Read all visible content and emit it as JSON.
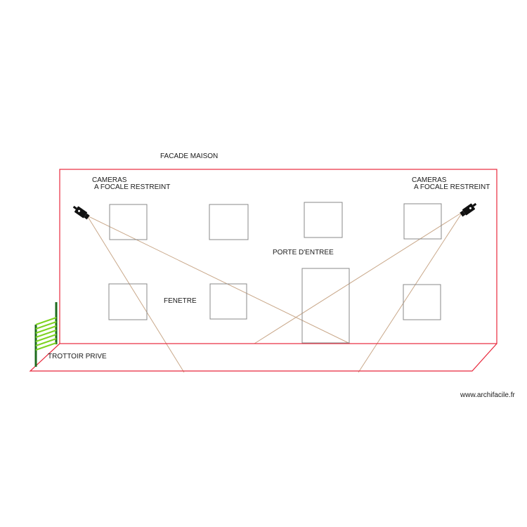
{
  "labels": {
    "title": "FACADE  MAISON",
    "camera_left_line1": "CAMERAS",
    "camera_left_line2": "A  FOCALE RESTREINT",
    "camera_right_line1": "CAMERAS",
    "camera_right_line2": "A  FOCALE RESTREINT",
    "door": "PORTE D'ENTREE",
    "window": "FENETRE",
    "sidewalk": "TROTTOIR PRIVE",
    "watermark": "www.archifacile.fr"
  },
  "colors": {
    "facade_outline": "#e8283c",
    "window_outline": "#888888",
    "sight_line": "#c9a88a",
    "camera_body": "#111111",
    "gate_post": "#1e6b1e",
    "gate_bars": "#7ed321"
  },
  "icons": {
    "camera_left": "security-camera-icon",
    "camera_right": "security-camera-icon",
    "gate": "fence-gate-icon"
  }
}
